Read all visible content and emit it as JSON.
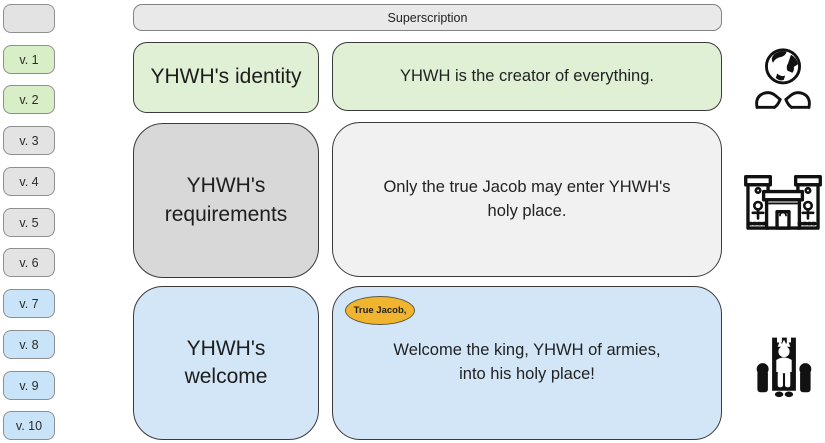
{
  "verse_rail": {
    "chips": [
      {
        "label": "",
        "tone": "gray"
      },
      {
        "label": "v. 1",
        "tone": "green"
      },
      {
        "label": "v. 2",
        "tone": "green"
      },
      {
        "label": "v. 3",
        "tone": "gray"
      },
      {
        "label": "v. 4",
        "tone": "gray"
      },
      {
        "label": "v. 5",
        "tone": "gray"
      },
      {
        "label": "v. 6",
        "tone": "gray"
      },
      {
        "label": "v. 7",
        "tone": "blue"
      },
      {
        "label": "v. 8",
        "tone": "blue"
      },
      {
        "label": "v. 9",
        "tone": "blue"
      },
      {
        "label": "v. 10",
        "tone": "blue"
      }
    ]
  },
  "superscription": {
    "label": "Superscription"
  },
  "sections": [
    {
      "heading": "YHWH's identity",
      "body": "YHWH is the creator of everything.",
      "tone": "green",
      "icon": "earth-in-hands-icon"
    },
    {
      "heading": "YHWH's\nrequirements",
      "body": "Only the true Jacob may enter YHWH's\nholy place.",
      "tone": "gray",
      "icon": "egyptian-temple-icon"
    },
    {
      "heading": "YHWH's\nwelcome",
      "badge": "True Jacob,",
      "body": "Welcome the king, YHWH of armies,\ninto his holy place!",
      "tone": "blue",
      "icon": "king-on-throne-icon"
    }
  ],
  "colors": {
    "green_fill": "#dff0d5",
    "green_chip": "#d7eec6",
    "gray_dark_fill": "#d8d8d8",
    "gray_light_fill": "#f1f1f1",
    "gray_chip": "#e3e3e3",
    "blue_fill": "#d2e6f7",
    "blue_chip": "#c9e4f8",
    "superscription_fill": "#e9e9e9",
    "badge_fill": "#f0b42e",
    "badge_border": "#5e5c48",
    "box_border": "#3a3a3a",
    "chip_border": "#8f8f8f",
    "icon_color": "#111111"
  }
}
